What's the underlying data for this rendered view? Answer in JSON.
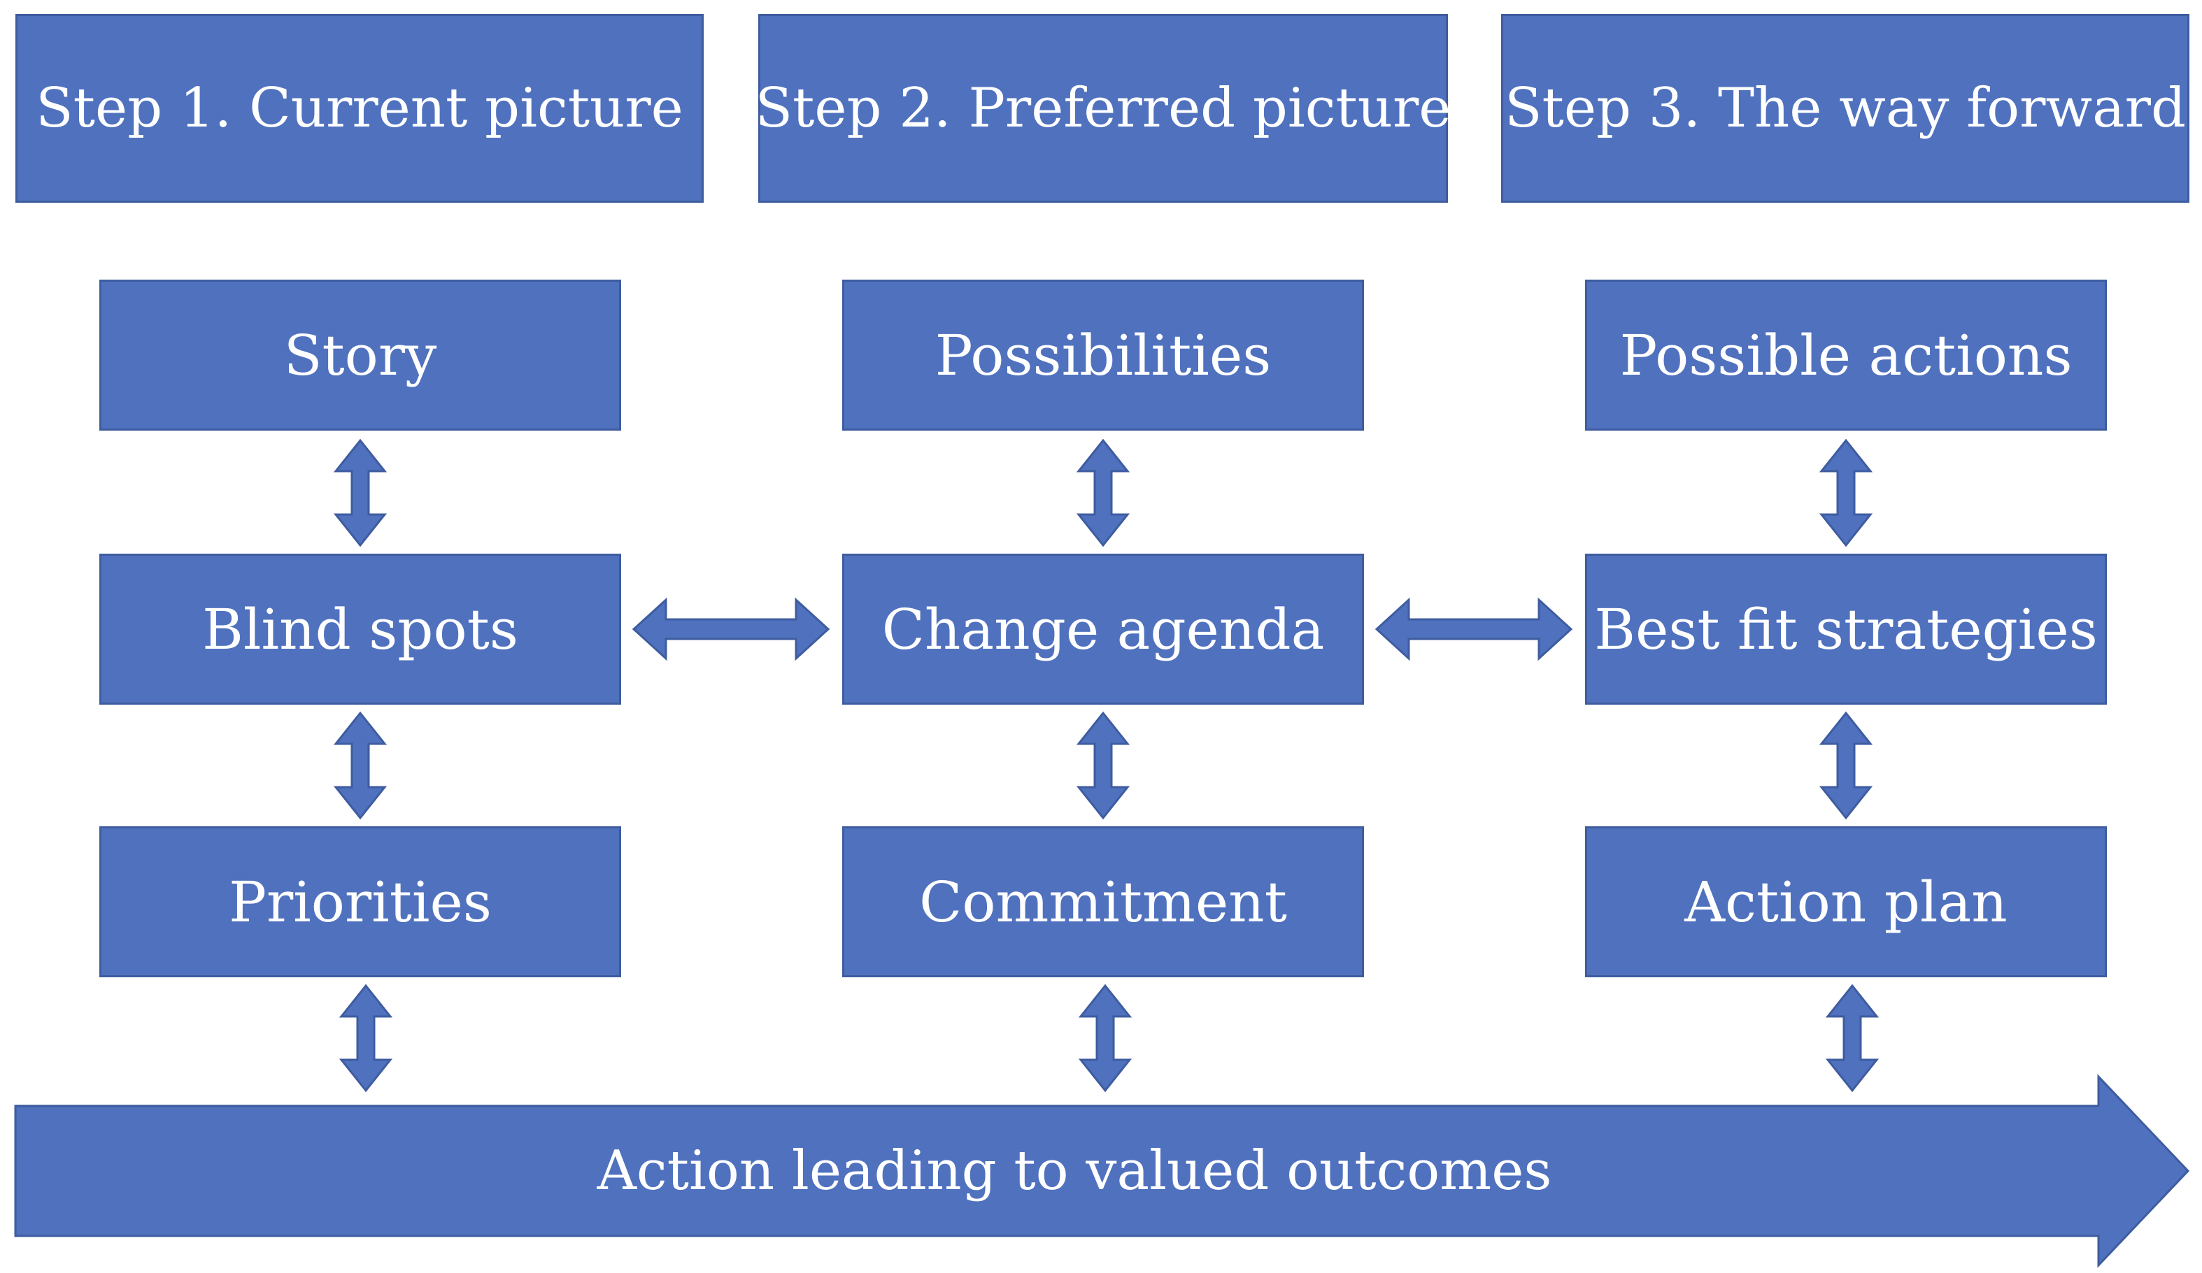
{
  "steps": [
    {
      "header": "Step 1. Current picture",
      "stages": [
        "Story",
        "Blind spots",
        "Priorities"
      ]
    },
    {
      "header": "Step 2. Preferred picture",
      "stages": [
        "Possibilities",
        "Change agenda",
        "Commitment"
      ]
    },
    {
      "header": "Step 3. The way forward",
      "stages": [
        "Possible actions",
        "Best fit strategies",
        "Action plan"
      ]
    }
  ],
  "outcome": "Action leading to valued outcomes",
  "colors": {
    "box_fill": "#4f71be",
    "box_border": "#3e5c9f",
    "text": "#ffffff"
  }
}
